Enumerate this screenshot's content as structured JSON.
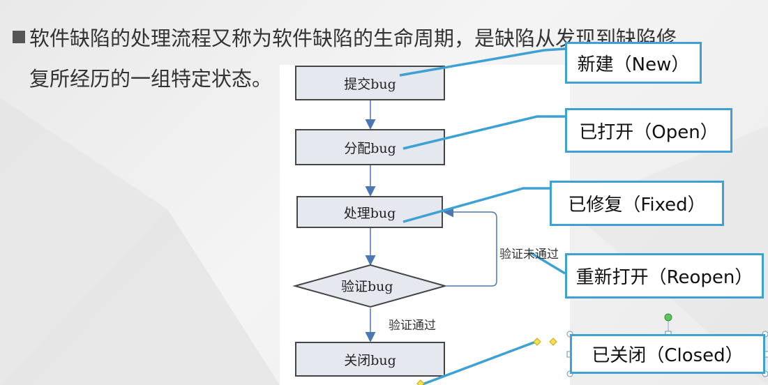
{
  "intro": {
    "line1": "软件缺陷的处理流程又称为软件缺陷的生命周期，是缺陷从发现到缺陷修",
    "line2": "复所经历的一组特定状态。"
  },
  "flow": {
    "submit": "提交bug",
    "assign": "分配bug",
    "process": "处理bug",
    "verify": "验证bug",
    "close": "关闭bug",
    "fail_label": "验证未通过",
    "pass_label": "验证通过"
  },
  "states": {
    "new": "新建（New）",
    "open": "已打开（Open）",
    "fixed": "已修复（Fixed）",
    "reopen": "重新打开（Reopen）",
    "closed": "已关闭（Closed）"
  },
  "colors": {
    "accent": "#3da1d3",
    "flow_arrow": "#4a78b5"
  }
}
